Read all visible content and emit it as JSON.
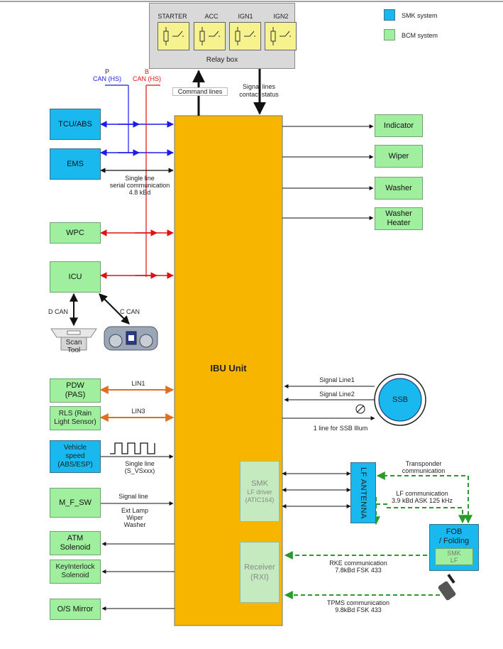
{
  "colors": {
    "smk": "#19b8ee",
    "bcm": "#9fef9f",
    "ibu": "#f7b500",
    "relay_box": "#d9d9d9",
    "relay": "#f6f28e",
    "blue_can": "#1a1aee",
    "red_can": "#e01010",
    "lin": "#e07020",
    "green_rf": "#2a9a2a"
  },
  "legend": {
    "smk": "SMK system",
    "bcm": "BCM system"
  },
  "relay_box": {
    "title": "Relay box",
    "relays": [
      "STARTER",
      "ACC",
      "IGN1",
      "IGN2"
    ]
  },
  "ibu": {
    "title": "IBU Unit",
    "smk_title": "SMK",
    "smk_sub1": "LF driver",
    "smk_sub2": "(ATIC164)",
    "rx_title": "Receiver",
    "rx_sub": "(RXI)"
  },
  "buses": {
    "p_can1": "P",
    "p_can2": "CAN (HS)",
    "b_can1": "B",
    "b_can2": "CAN (HS)"
  },
  "modules": {
    "tcu": "TCU/ABS",
    "ems": "EMS",
    "wpc": "WPC",
    "icu": "ICU",
    "scan1": "Scan",
    "scan2": "Tool",
    "pdw1": "PDW",
    "pdw2": "(PAS)",
    "rls1": "RLS (Rain",
    "rls2": "Light Sensor)",
    "vs1": "Vehicle",
    "vs2": "speed",
    "vs3": "(ABS/ESP)",
    "mfsw": "M_F_SW",
    "atm1": "ATM",
    "atm2": "Solenoid",
    "key1": "KeyInterlock",
    "key2": "Solenoid",
    "mirror": "O/S Mirror",
    "indicator": "Indicator",
    "wiper": "Wiper",
    "washer": "Washer",
    "wh1": "Washer",
    "wh2": "Heater",
    "ssb": "SSB",
    "lf": "LF ANTENNA",
    "fob1": "FOB",
    "fob2": "/ Folding",
    "fob_smk1": "SMK",
    "fob_smk2": "LF"
  },
  "labels": {
    "command": "Command lines",
    "signal1": "Signal lines",
    "signal2": "contact status",
    "serial1": "Single line",
    "serial2": "serial communication",
    "serial3": "4.8 kBd",
    "dcan": "D CAN",
    "ccan": "C CAN",
    "lin1": "LIN1",
    "lin3": "LIN3",
    "vs_line1": "Single line",
    "vs_line2": "(S_VSxxx)",
    "mf_sig": "Signal line",
    "mf_l1": "Ext Lamp",
    "mf_l2": "Wiper",
    "mf_l3": "Washer",
    "ssb_l1": "Signal Line1",
    "ssb_l2": "Signal Line2",
    "ssb_illum": "1 line for SSB Illum",
    "trans1": "Transponder",
    "trans2": "communication",
    "lfc1": "LF communication",
    "lfc2": "3.9 kBd ASK 125 kHz",
    "rke1": "RKE communication",
    "rke2": "7.8kBd FSK 433",
    "tpms1": "TPMS communication",
    "tpms2": "9.8kBd FSK 433"
  }
}
